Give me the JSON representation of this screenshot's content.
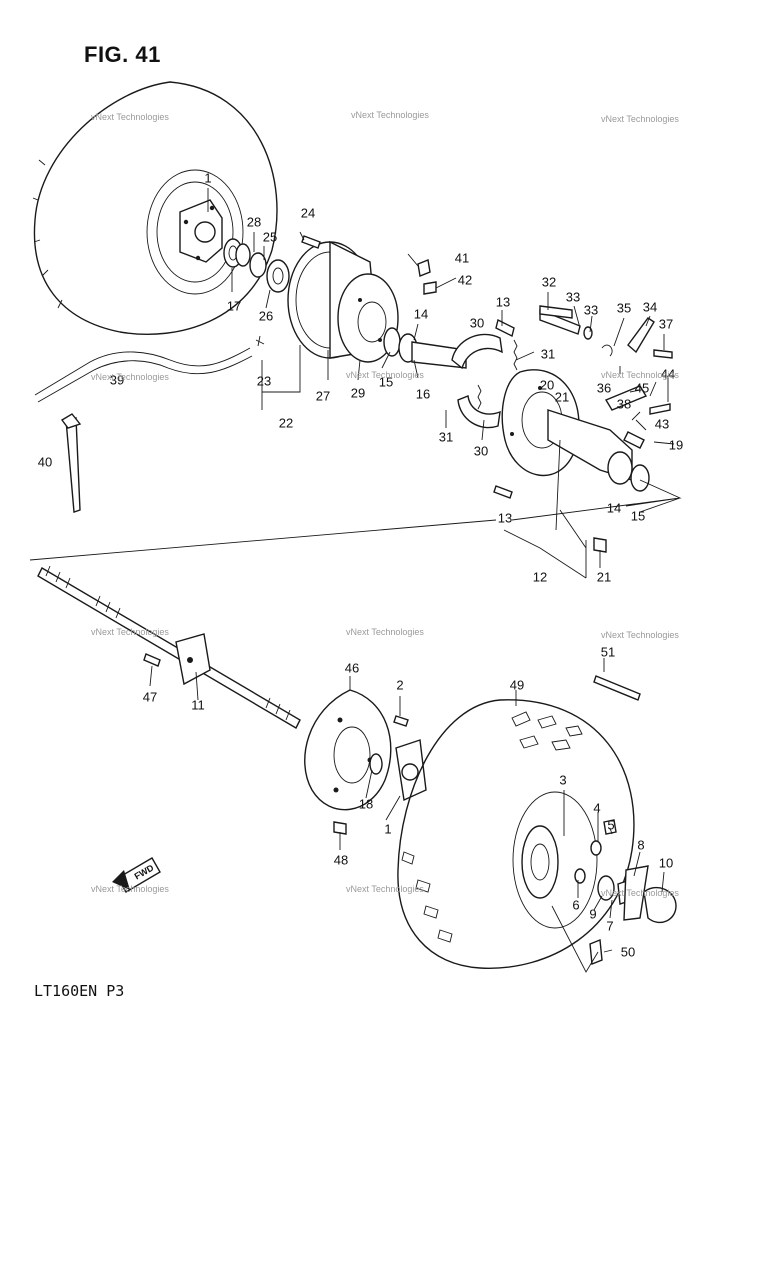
{
  "figure": {
    "title": "FIG. 41",
    "model_code": "LT160EN P3",
    "watermark": "vNext Technologies"
  },
  "direction_marker": "FWD",
  "callouts": [
    "1",
    "2",
    "3",
    "4",
    "5",
    "6",
    "7",
    "8",
    "9",
    "10",
    "11",
    "12",
    "13",
    "14",
    "15",
    "16",
    "17",
    "18",
    "19",
    "20",
    "21",
    "22",
    "23",
    "24",
    "25",
    "26",
    "27",
    "28",
    "29",
    "30",
    "31",
    "32",
    "33",
    "34",
    "35",
    "36",
    "37",
    "38",
    "39",
    "40",
    "41",
    "42",
    "43",
    "44",
    "45",
    "46",
    "47",
    "48",
    "49",
    "50",
    "51"
  ]
}
